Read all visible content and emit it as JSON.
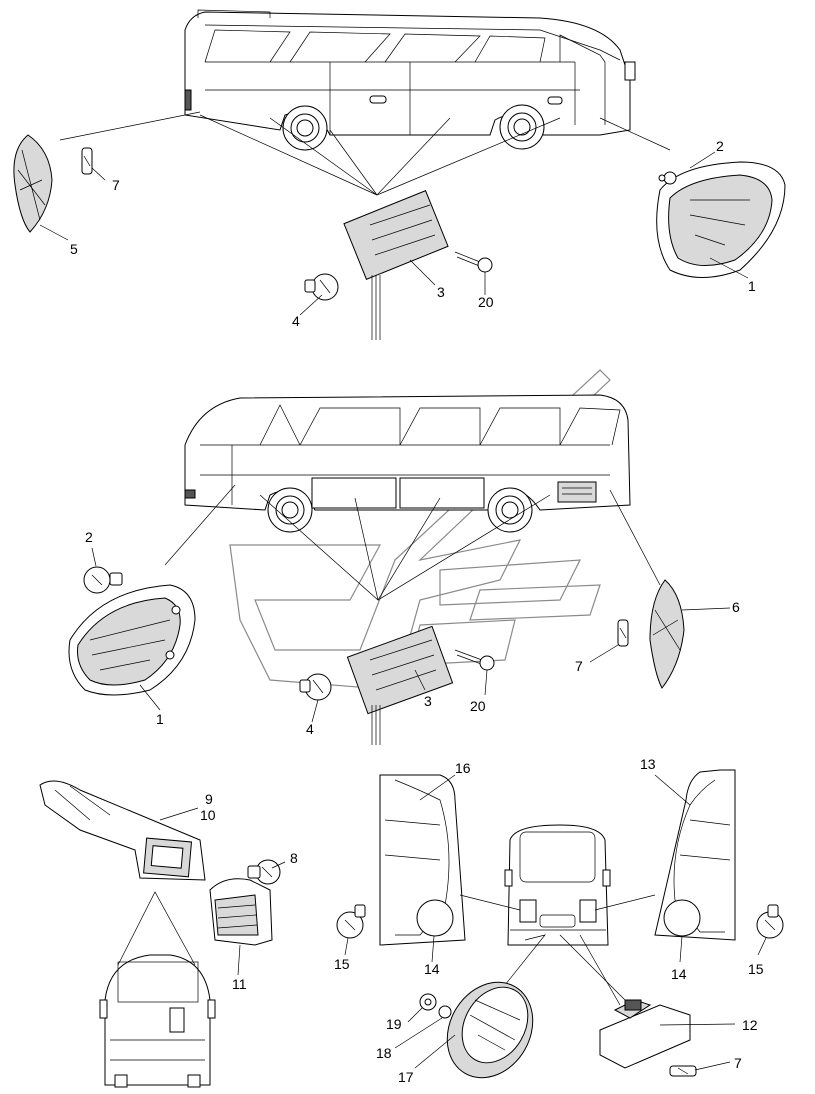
{
  "diagram": {
    "callouts": {
      "c_top_2": "2",
      "c_top_7": "7",
      "c_top_5": "5",
      "c_top_1": "1",
      "c_top_3": "3",
      "c_top_4": "4",
      "c_top_20": "20",
      "c_mid_2": "2",
      "c_mid_6": "6",
      "c_mid_7": "7",
      "c_mid_1": "1",
      "c_mid_3": "3",
      "c_mid_4": "4",
      "c_mid_20": "20",
      "c_9": "9",
      "c_10": "10",
      "c_8": "8",
      "c_11": "11",
      "c_16": "16",
      "c_13": "13",
      "c_15a": "15",
      "c_14a": "14",
      "c_14b": "14",
      "c_15b": "15",
      "c_19": "19",
      "c_18": "18",
      "c_17": "17",
      "c_12": "12",
      "c_bot_7": "7"
    }
  }
}
